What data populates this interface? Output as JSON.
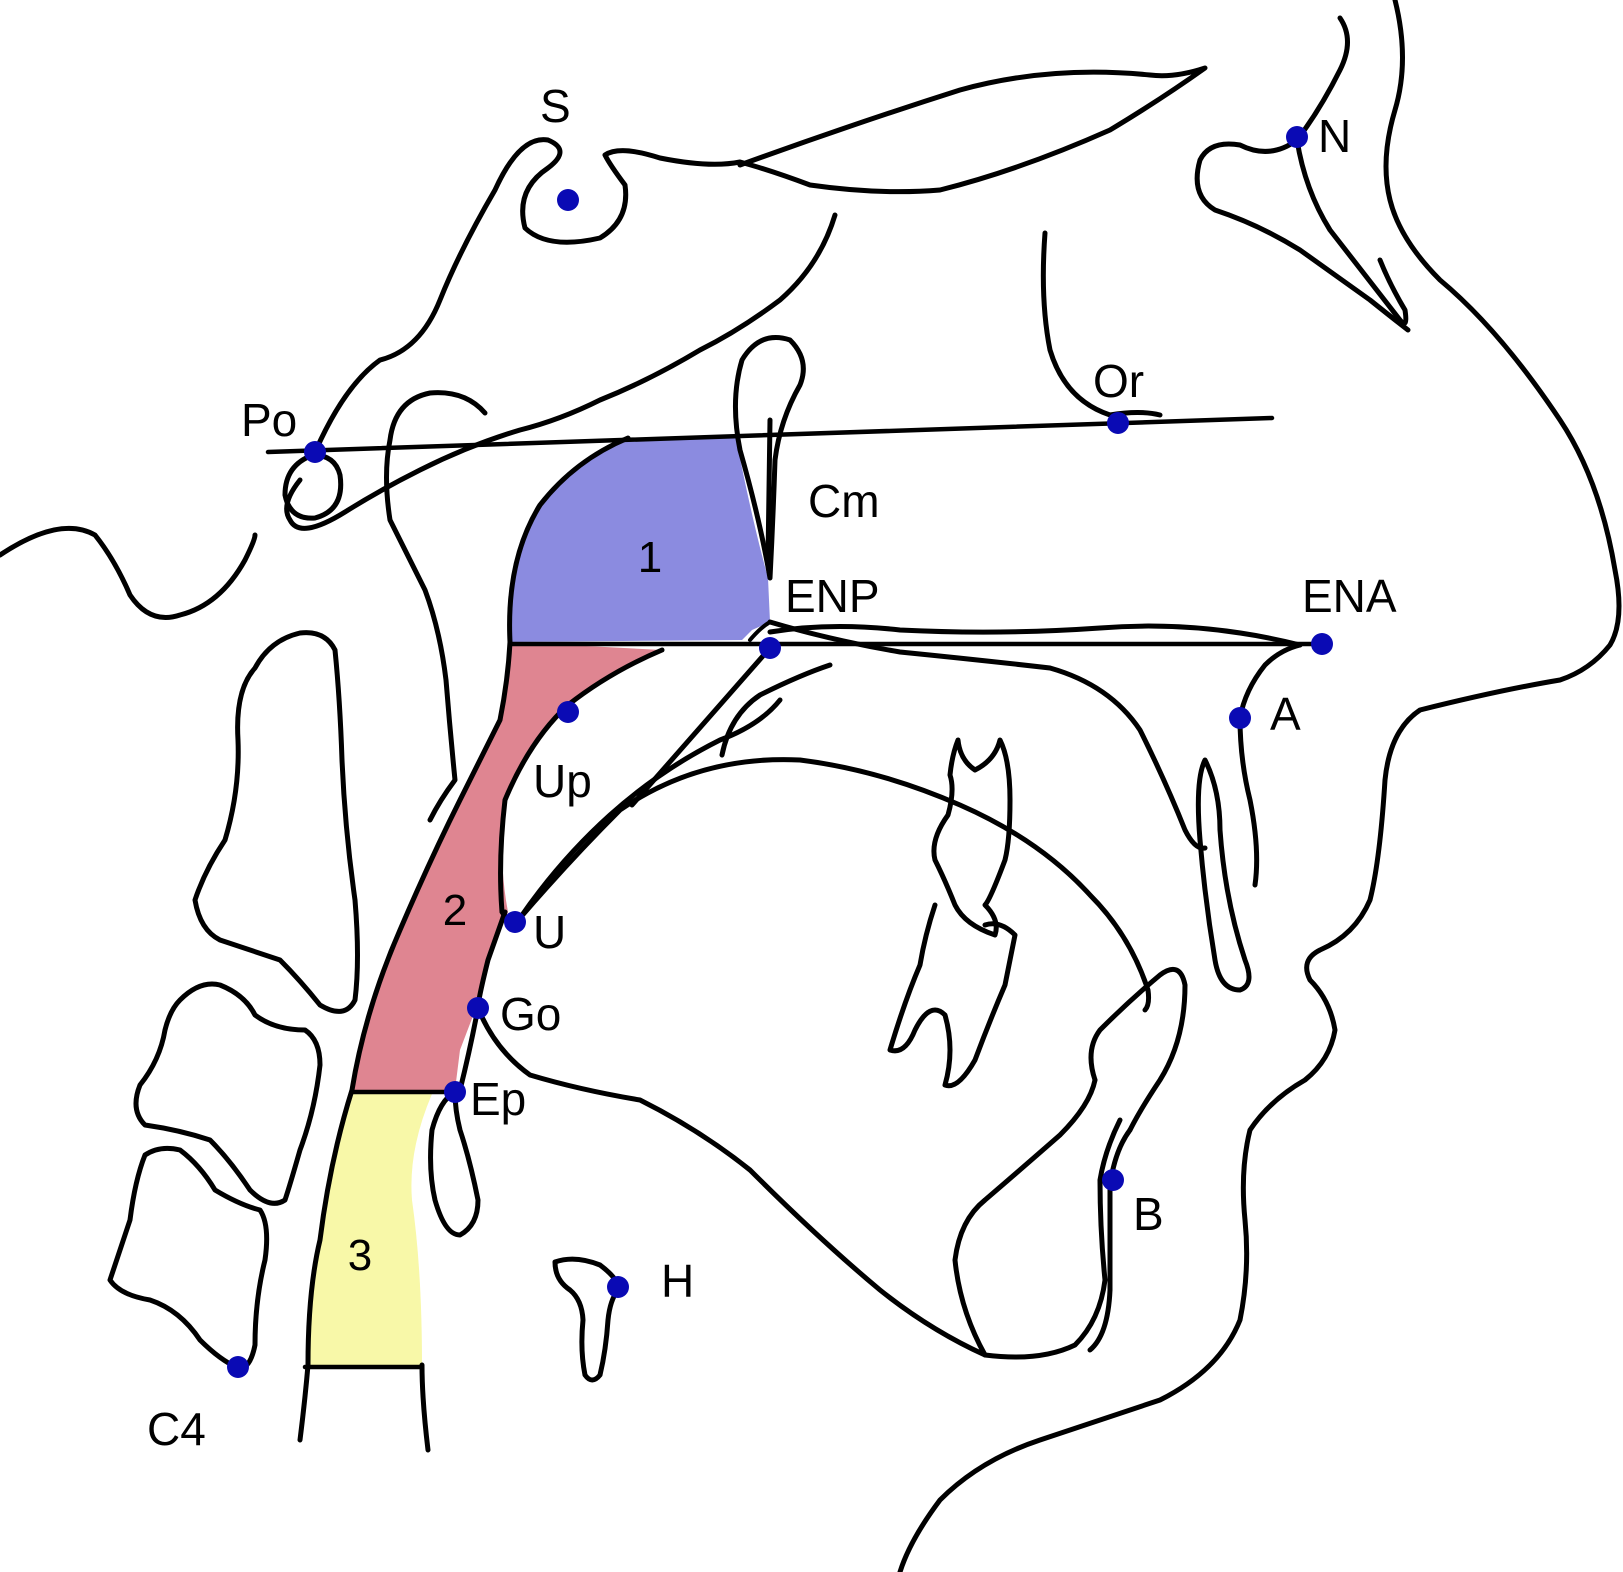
{
  "colors": {
    "region_1": "#8b8be0",
    "region_2": "#df8591",
    "region_3": "#f8f8a8",
    "landmark_dot": "#0a0ab4",
    "outline": "#000000"
  },
  "regions": [
    {
      "label": "1"
    },
    {
      "label": "2"
    },
    {
      "label": "3"
    }
  ],
  "landmarks": [
    {
      "label": "S"
    },
    {
      "label": "N"
    },
    {
      "label": "Or"
    },
    {
      "label": "Po"
    },
    {
      "label": "Cm"
    },
    {
      "label": "ENP"
    },
    {
      "label": "ENA"
    },
    {
      "label": "A"
    },
    {
      "label": "Up"
    },
    {
      "label": "U"
    },
    {
      "label": "Go"
    },
    {
      "label": "Ep"
    },
    {
      "label": "B"
    },
    {
      "label": "H"
    },
    {
      "label": "C4"
    }
  ]
}
